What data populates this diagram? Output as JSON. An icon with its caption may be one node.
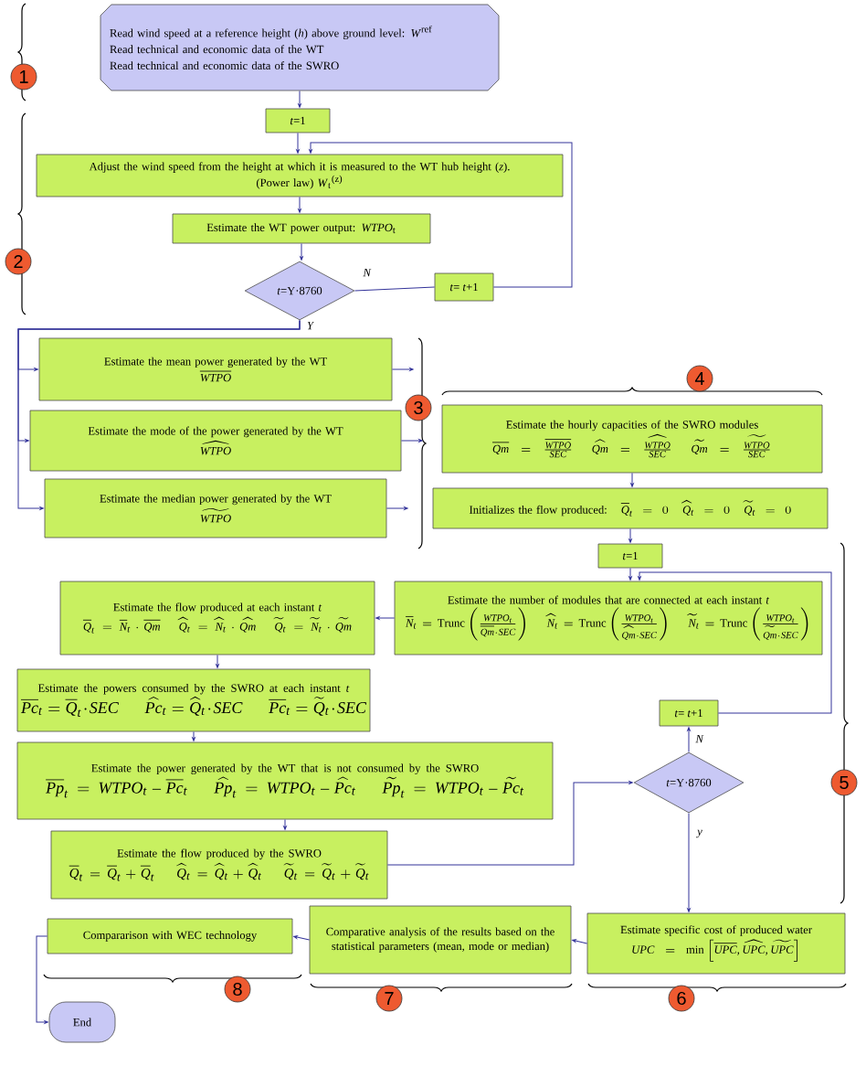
{
  "diagram": {
    "nodes": [
      {
        "text": [
          "Read wind speed at a reference height (*h*) above ground level: *W*$^{ref}$",
          "Read technical and economic data of the WT",
          "Read technical and economic data of the SWRO"
        ]
      },
      {
        "text": [
          "*t*=1"
        ]
      },
      {
        "text": [
          "Adjust the wind speed from the height at which it is measured to the WT hub height (*z*).",
          "(Power law) *W*$_{t}$$^{(z)}$"
        ]
      },
      {
        "text": [
          "Estimate the WT power output: *WTPO*$_{t}$"
        ]
      },
      {
        "text": [
          "*t*=Y·8760"
        ]
      },
      {
        "text": [
          "*t*= *t*+1"
        ]
      },
      {
        "text": [
          "Estimate the mean power generated by the WT",
          "\\overline{WTPO}"
        ]
      },
      {
        "text": [
          "Estimate the mode of the power generated by the WT",
          "\\widehat{WTPO}"
        ]
      },
      {
        "text": [
          "Estimate the median power generated by the WT",
          "\\widetilde{WTPO}"
        ]
      },
      {
        "text": [
          "Estimate the hourly capacities of the SWRO modules",
          "\\overline{Qm}=\\frac{\\overline{WTPO}}{SEC}",
          "\\widehat{Qm}=\\frac{\\widehat{WTPO}}{SEC}",
          "\\widetilde{Qm}=\\frac{\\widetilde{WTPO}}{SEC}"
        ]
      },
      {
        "text": [
          "Initializes the flow produced:",
          "\\overline{Q}_t=0",
          "\\widehat{Q}_t=0",
          "\\widetilde{Q}_t=0"
        ]
      },
      {
        "text": [
          "*t*=1"
        ]
      },
      {
        "text": [
          "Estimate the number of modules that are connected at each instant *t*",
          "\\overline{N}_t=\\mathrm{Trunc}\\left(\\frac{WTPO_t}{\\overline{Qm}\\cdot SEC}\\right)",
          "\\widehat{N}_t=\\mathrm{Trunc}\\left(\\frac{WTPO_t}{\\widehat{Qm}\\cdot SEC}\\right)",
          "\\widetilde{N}_t=\\mathrm{Trunc}\\left(\\frac{WTPO_t}{\\widetilde{Qm}\\cdot SEC}\\right)"
        ]
      },
      {
        "text": [
          "Estimate the flow produced at each instant *t*",
          "\\overline{Q}_t=\\overline{N}_t\\cdot\\overline{Qm}",
          "\\widehat{Q}_t=\\widehat{N}_t\\cdot\\widehat{Qm}",
          "\\widetilde{Q}_t=\\widetilde{N}_t\\cdot\\widetilde{Qm}"
        ]
      },
      {
        "text": [
          "Estimate the powers consumed by the SWRO at each instant *t*",
          "\\overline{Pc}_t=\\overline{Q}_t\\cdot SEC",
          "\\widehat{Pc}_t=\\widehat{Q}_t\\cdot SEC",
          "\\overline{Pc}_t=\\widetilde{Q}_t\\cdot SEC"
        ]
      },
      {
        "text": [
          "Estimate the power generated by the WT that is not consumed by the SWRO",
          "\\overline{Pp}_t=WTPO_t-\\overline{Pc}_t",
          "\\widehat{Pp}_t=WTPO_t-\\widehat{Pc}_t",
          "\\widetilde{Pp}_t=WTPO_t-\\widetilde{Pc}_t"
        ]
      },
      {
        "text": [
          "Estimate the flow produced by the SWRO",
          "\\overline{Q}_t=\\overline{Q}_t+\\overline{Q}_t",
          "\\widehat{Q}_t=\\widehat{Q}_t+\\widehat{Q}_t",
          "\\widetilde{Q}_t=\\widetilde{Q}_t+\\widetilde{Q}_t"
        ]
      },
      {
        "text": [
          "*t*= *t*+1"
        ]
      },
      {
        "text": [
          "*t*=Y·8760"
        ]
      },
      {
        "text": [
          "Estimate specific cost of produced water",
          "UPC=\\min\\left[\\overline{UPC},\\widehat{UPC},\\widetilde{UPC}\\right]"
        ]
      },
      {
        "text": [
          "Comparative analysis of the results based on the statistical parameters (mean, mode or median)"
        ]
      },
      {
        "text": [
          "Compararison with WEC technology"
        ]
      },
      {
        "text": [
          "End"
        ]
      },
      {
        "text": [
          "1"
        ]
      },
      {
        "text": [
          "2"
        ]
      },
      {
        "text": [
          "3"
        ]
      },
      {
        "text": [
          "4"
        ]
      },
      {
        "text": [
          "5"
        ]
      },
      {
        "text": [
          "6"
        ]
      },
      {
        "text": [
          "7"
        ]
      },
      {
        "text": [
          "8"
        ]
      }
    ],
    "edges": [
      {
        "from": 0,
        "to": 1,
        "arrow": "to"
      },
      {
        "from": 1,
        "to": 2,
        "arrow": "to"
      },
      {
        "from": 2,
        "to": 3,
        "arrow": "to"
      },
      {
        "from": 3,
        "to": 4,
        "arrow": "to"
      },
      {
        "from": 4,
        "to": 5,
        "arrow": "none",
        "label": "*N*"
      },
      {
        "from": 5,
        "to": 2,
        "arrow": "to"
      },
      {
        "from": 4,
        "to": 6,
        "arrow": "to",
        "label": "*Y*"
      },
      {
        "from": 4,
        "to": 7,
        "arrow": "to"
      },
      {
        "from": 4,
        "to": 8,
        "arrow": "to"
      },
      {
        "from": 6,
        "to": null,
        "arrow": "to"
      },
      {
        "from": 7,
        "to": null,
        "arrow": "to"
      },
      {
        "from": 8,
        "to": null,
        "arrow": "to"
      },
      {
        "from": 9,
        "to": 10,
        "arrow": "to"
      },
      {
        "from": 10,
        "to": 11,
        "arrow": "to"
      },
      {
        "from": 11,
        "to": 12,
        "arrow": "to"
      },
      {
        "from": 12,
        "to": 13,
        "arrow": "to"
      },
      {
        "from": 13,
        "to": 14,
        "arrow": "to"
      },
      {
        "from": 14,
        "to": 15,
        "arrow": "to"
      },
      {
        "from": 15,
        "to": 16,
        "arrow": "to"
      },
      {
        "from": 16,
        "to": 18,
        "arrow": "to"
      },
      {
        "from": 18,
        "to": 17,
        "arrow": "to",
        "label": "*N*"
      },
      {
        "from": 17,
        "to": 12,
        "arrow": "to"
      },
      {
        "from": 18,
        "to": 19,
        "arrow": "to",
        "label": "*y*"
      },
      {
        "from": 19,
        "to": 20,
        "arrow": "to"
      },
      {
        "from": 20,
        "to": 21,
        "arrow": "to"
      },
      {
        "from": 21,
        "to": 22,
        "arrow": "to"
      }
    ]
  }
}
